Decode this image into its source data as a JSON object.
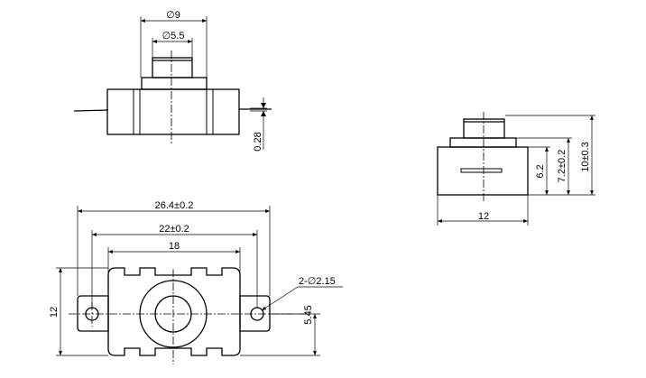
{
  "dimensions": {
    "dia_9": "∅9",
    "dia_5_5": "∅5.5",
    "thickness_0_28": "0.28",
    "height_6_2": "6.2",
    "height_7_2": "7.2±0.2",
    "height_10": "10±0.3",
    "width_12_side": "12",
    "length_26_4": "26.4±0.2",
    "length_22": "22±0.2",
    "length_18": "18",
    "hole_callout": "2-∅2.15",
    "height_12_front": "12",
    "offset_5_45": "5.45"
  }
}
